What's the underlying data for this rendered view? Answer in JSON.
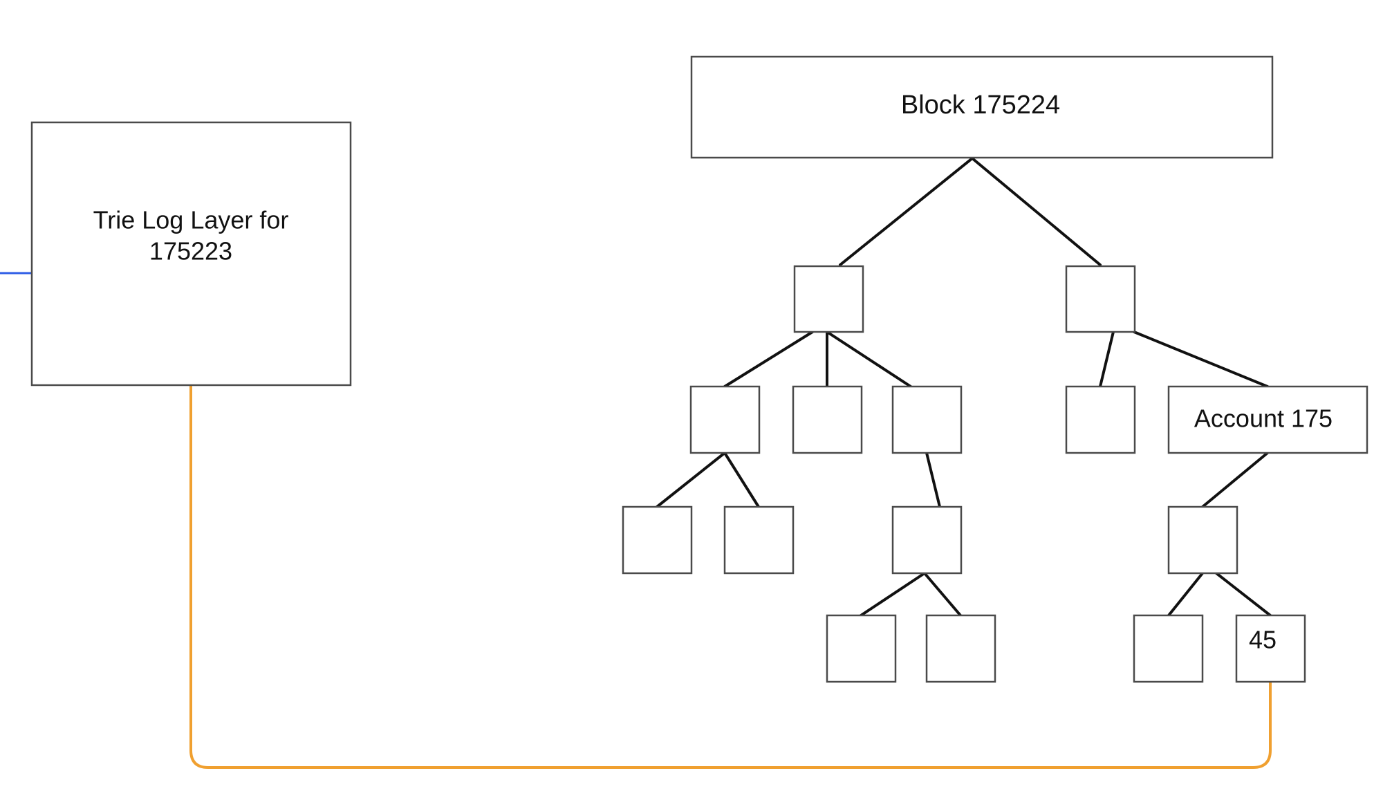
{
  "trie_log_layer": {
    "line1": "Trie Log Layer for",
    "line2": "175223"
  },
  "block": {
    "label": "Block 175224"
  },
  "account": {
    "label": "Account 175"
  },
  "leaf_value": {
    "label": "45"
  },
  "colors": {
    "box_stroke": "#4a4a4a",
    "tree_edge": "#111111",
    "incoming_arrow": "#2f5ee6",
    "link_connector": "#f0a030"
  }
}
